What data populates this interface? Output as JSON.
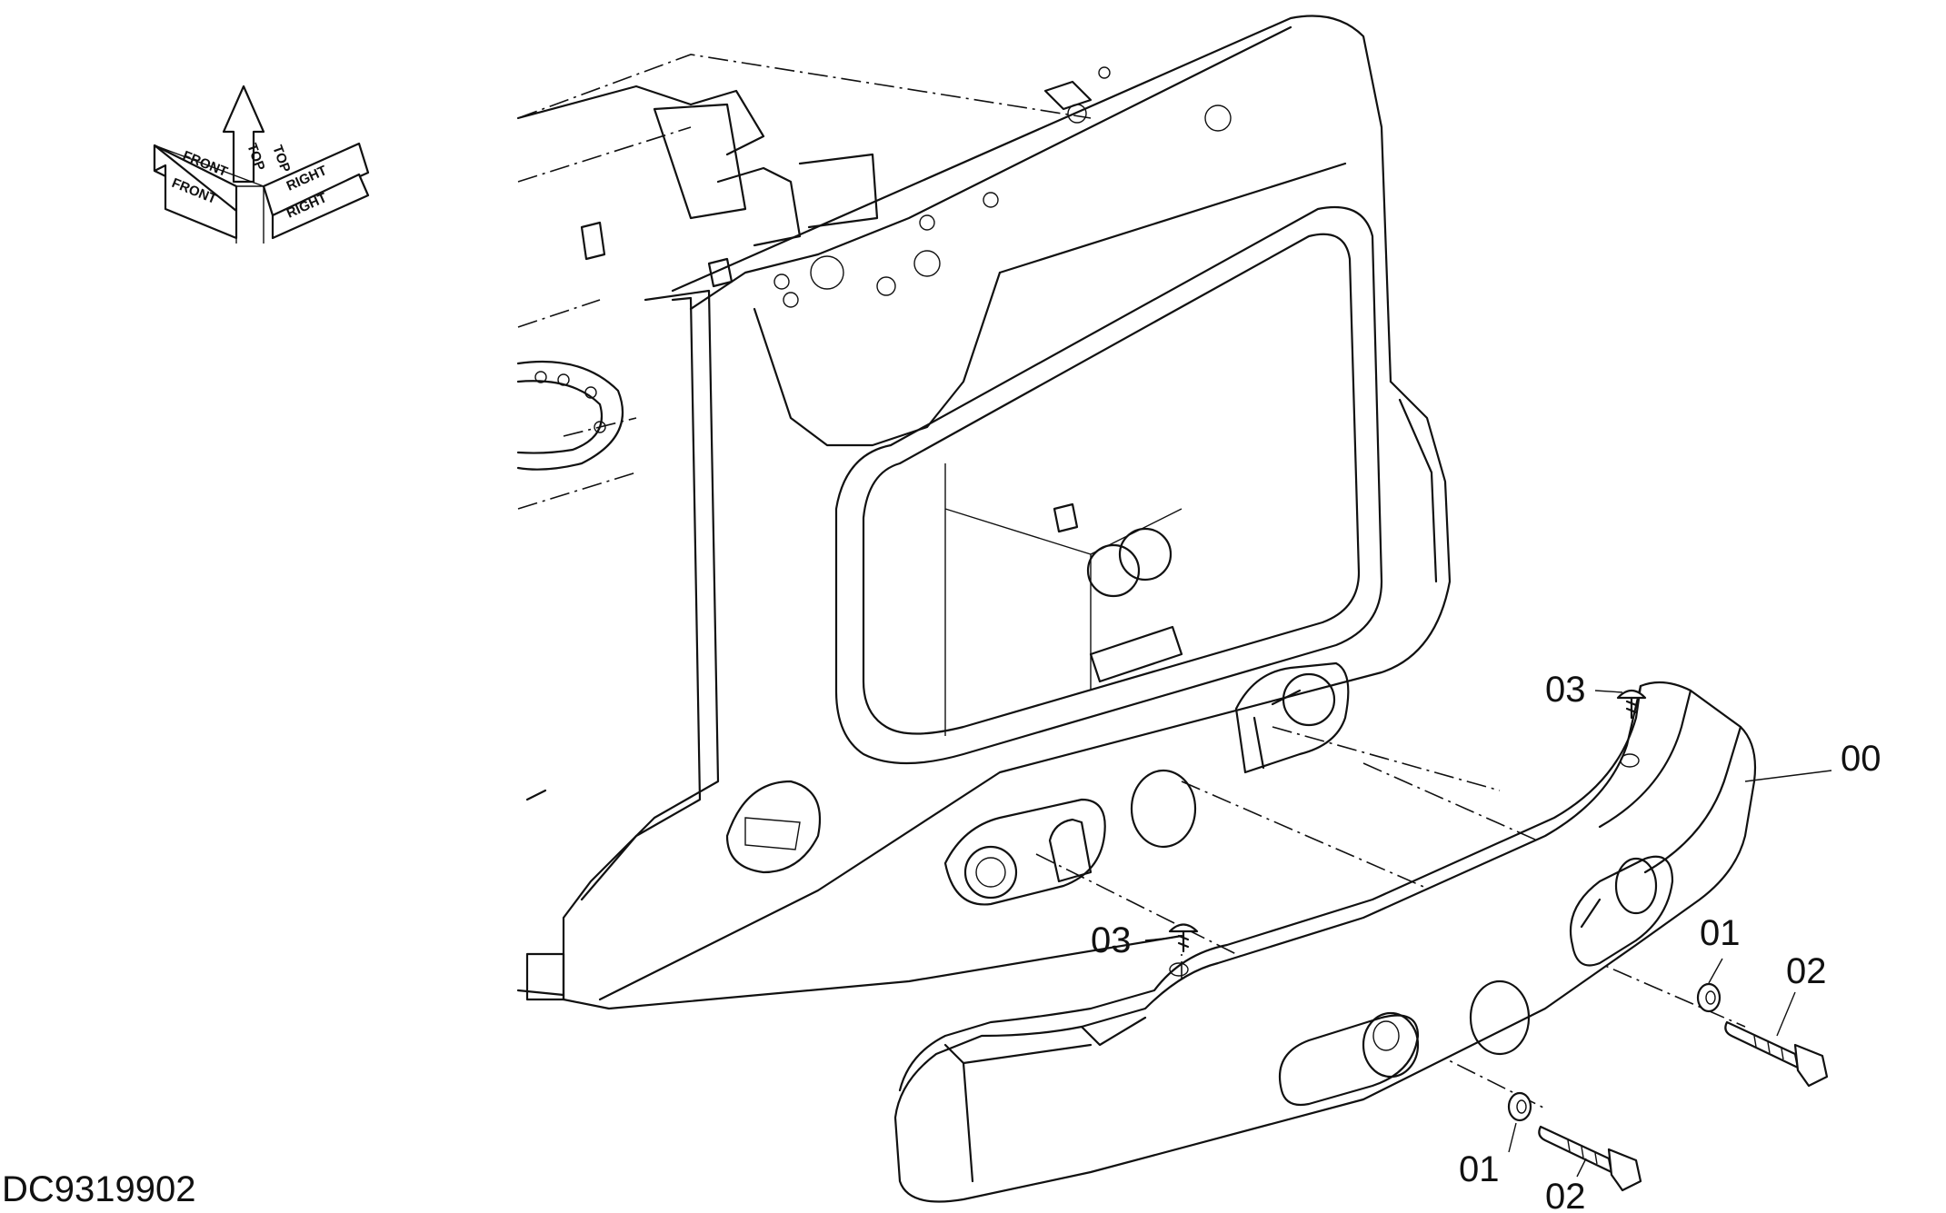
{
  "drawing": {
    "code": "DC9319902",
    "orientation": {
      "labels": [
        "TOP",
        "FRONT",
        "RIGHT"
      ]
    },
    "callouts": [
      {
        "id": "c03a",
        "text": "03"
      },
      {
        "id": "c00",
        "text": "00"
      },
      {
        "id": "c03b",
        "text": "03"
      },
      {
        "id": "c01a",
        "text": "01"
      },
      {
        "id": "c02a",
        "text": "02"
      },
      {
        "id": "c01b",
        "text": "01"
      },
      {
        "id": "c02b",
        "text": "02"
      }
    ]
  }
}
